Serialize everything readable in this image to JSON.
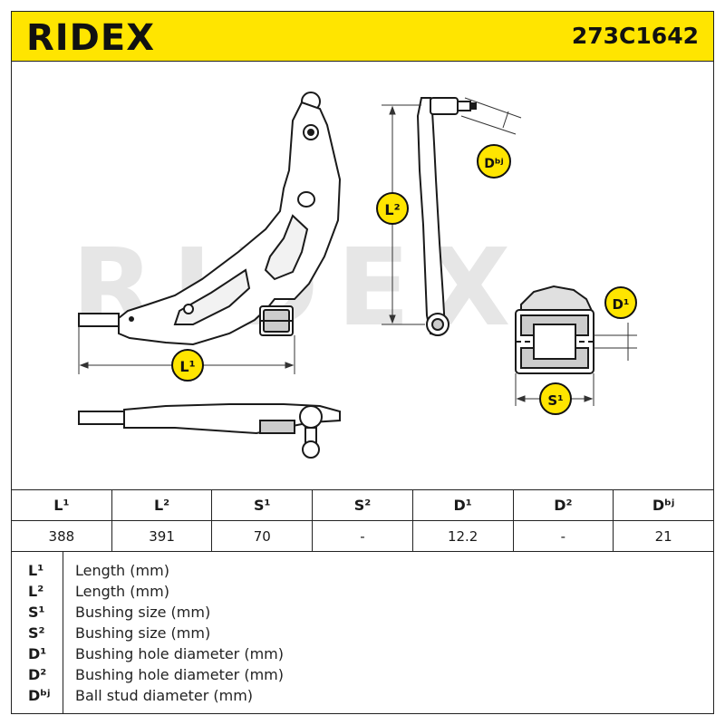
{
  "header": {
    "brand": "RIDEX",
    "part_number": "273C1642",
    "brand_color": "#ffe500"
  },
  "diagram": {
    "watermark": "RIDEX",
    "labels": {
      "l1": "L¹",
      "l2": "L²",
      "s1": "S¹",
      "d1": "D¹",
      "dbj": "Dᵇʲ"
    },
    "badge_color": "#ffe500"
  },
  "spec_table": {
    "headers": [
      "L¹",
      "L²",
      "S¹",
      "S²",
      "D¹",
      "D²",
      "Dᵇʲ"
    ],
    "values": [
      "388",
      "391",
      "70",
      "-",
      "12.2",
      "-",
      "21"
    ]
  },
  "legend": [
    {
      "key": "L¹",
      "desc": "Length (mm)"
    },
    {
      "key": "L²",
      "desc": "Length (mm)"
    },
    {
      "key": "S¹",
      "desc": "Bushing size (mm)"
    },
    {
      "key": "S²",
      "desc": "Bushing size (mm)"
    },
    {
      "key": "D¹",
      "desc": "Bushing hole diameter (mm)"
    },
    {
      "key": "D²",
      "desc": "Bushing hole diameter (mm)"
    },
    {
      "key": "Dᵇʲ",
      "desc": "Ball stud diameter (mm)"
    }
  ]
}
